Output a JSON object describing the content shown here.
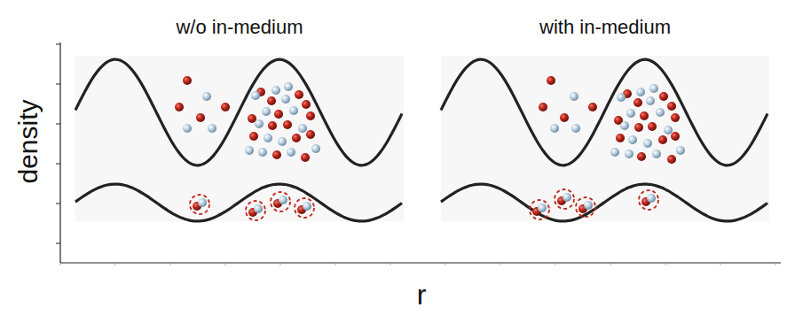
{
  "diagram": {
    "nodes": [
      {
        "text": [
          "w/o in-medium"
        ]
      },
      {
        "text": [
          "with in-medium"
        ]
      }
    ],
    "labels": [
      "density",
      "r"
    ]
  }
}
